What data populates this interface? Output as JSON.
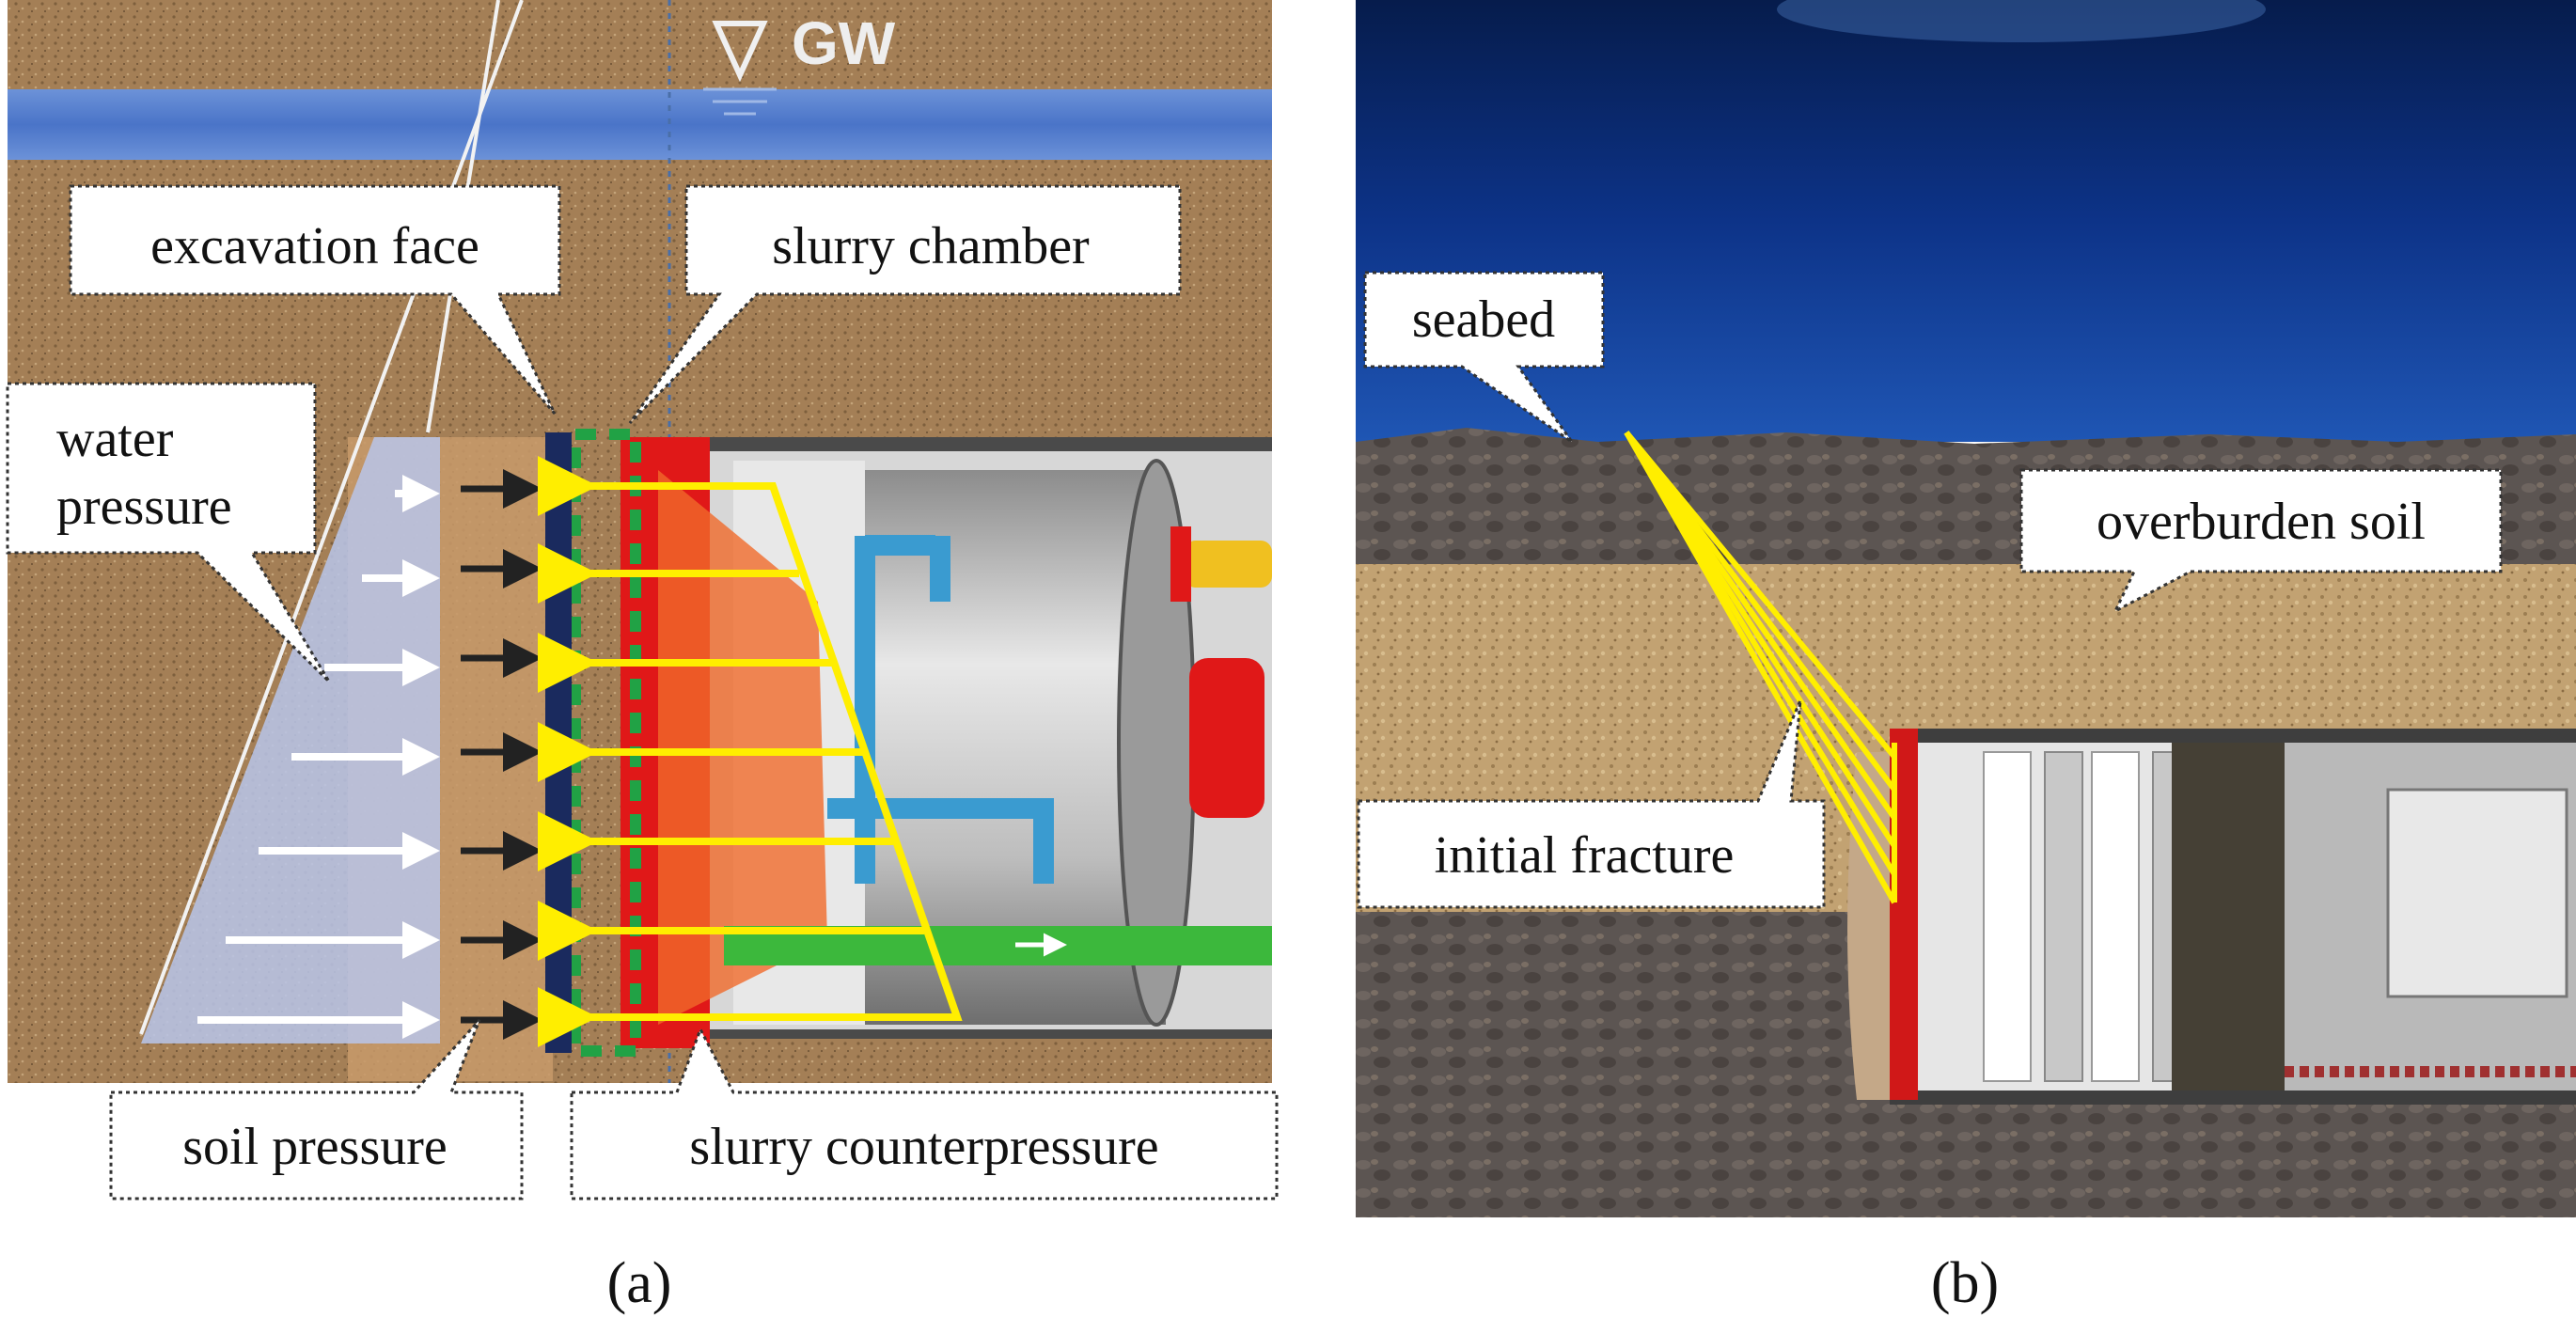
{
  "panel_a": {
    "gw_label": "GW",
    "labels": {
      "excavation_face": "excavation face",
      "slurry_chamber": "slurry chamber",
      "water_pressure_line1": "water",
      "water_pressure_line2": "pressure",
      "soil_pressure": "soil pressure",
      "slurry_counterpressure": "slurry counterpressure"
    },
    "caption": "(a)"
  },
  "panel_b": {
    "labels": {
      "seabed": "seabed",
      "overburden_soil": "overburden soil",
      "initial_fracture": "initial fracture"
    },
    "caption": "(b)"
  },
  "colors": {
    "arrow_yellow": "#ffee00",
    "face_navy": "#1a2a5e",
    "chamber_green": "#21a245",
    "cutter_red": "#e01818",
    "water_band": "#4a74c8",
    "sea_deep": "#0b2a6e",
    "pipe_blue": "#3a9bd0",
    "pipe_green": "#3cb83c",
    "soil_tan": "#b08a5a"
  }
}
